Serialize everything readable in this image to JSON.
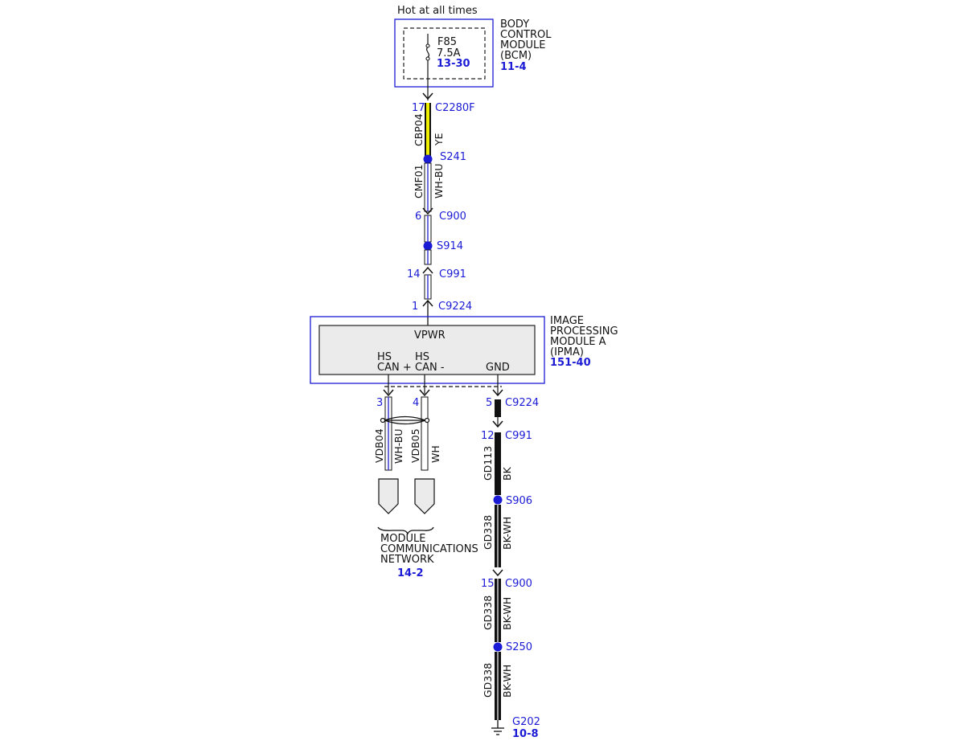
{
  "header": {
    "hot_label": "Hot at all times"
  },
  "bcm": {
    "name_lines": [
      "BODY",
      "CONTROL",
      "MODULE",
      "(BCM)"
    ],
    "ref": "11-4",
    "fuse": {
      "id": "F85",
      "rating": "7.5A",
      "ref": "13-30"
    }
  },
  "upper_circuit": {
    "c2280f": {
      "pin": "17",
      "label": "C2280F"
    },
    "wire1": {
      "circuit": "CBP04",
      "color": "YE"
    },
    "s241": "S241",
    "wire2": {
      "circuit": "CMF01",
      "color": "WH-BU"
    },
    "c900": {
      "pin": "6",
      "label": "C900"
    },
    "s914": "S914",
    "c991": {
      "pin": "14",
      "label": "C991"
    },
    "c9224": {
      "pin": "1",
      "label": "C9224"
    }
  },
  "ipma": {
    "name_lines": [
      "IMAGE",
      "PROCESSING",
      "MODULE A",
      "(IPMA)"
    ],
    "ref": "151-40",
    "vpwr": "VPWR",
    "hs1": "HS",
    "can_plus": "CAN +",
    "hs2": "HS",
    "can_minus": "CAN -",
    "gnd": "GND"
  },
  "can_wires": {
    "pin3": "3",
    "pin4": "4",
    "w1": {
      "circuit": "VDB04",
      "color": "WH-BU"
    },
    "w2": {
      "circuit": "VDB05",
      "color": "WH"
    }
  },
  "network": {
    "lines": [
      "MODULE",
      "COMMUNICATIONS",
      "NETWORK"
    ],
    "ref": "14-2"
  },
  "ground_circuit": {
    "c9224": {
      "pin": "5",
      "label": "C9224"
    },
    "c991": {
      "pin": "12",
      "label": "C991"
    },
    "w1": {
      "circuit": "GD113",
      "color": "BK"
    },
    "s906": "S906",
    "w2": {
      "circuit": "GD338",
      "color": "BK-WH"
    },
    "c900": {
      "pin": "15",
      "label": "C900"
    },
    "w3": {
      "circuit": "GD338",
      "color": "BK-WH"
    },
    "s250": "S250",
    "w4": {
      "circuit": "GD338",
      "color": "BK-WH"
    },
    "g202": "G202",
    "g202_ref": "10-8"
  },
  "colors": {
    "link_blue": "#1b1bd6",
    "yellow_wire": "#f0f000",
    "module_fill": "#ebebeb"
  }
}
